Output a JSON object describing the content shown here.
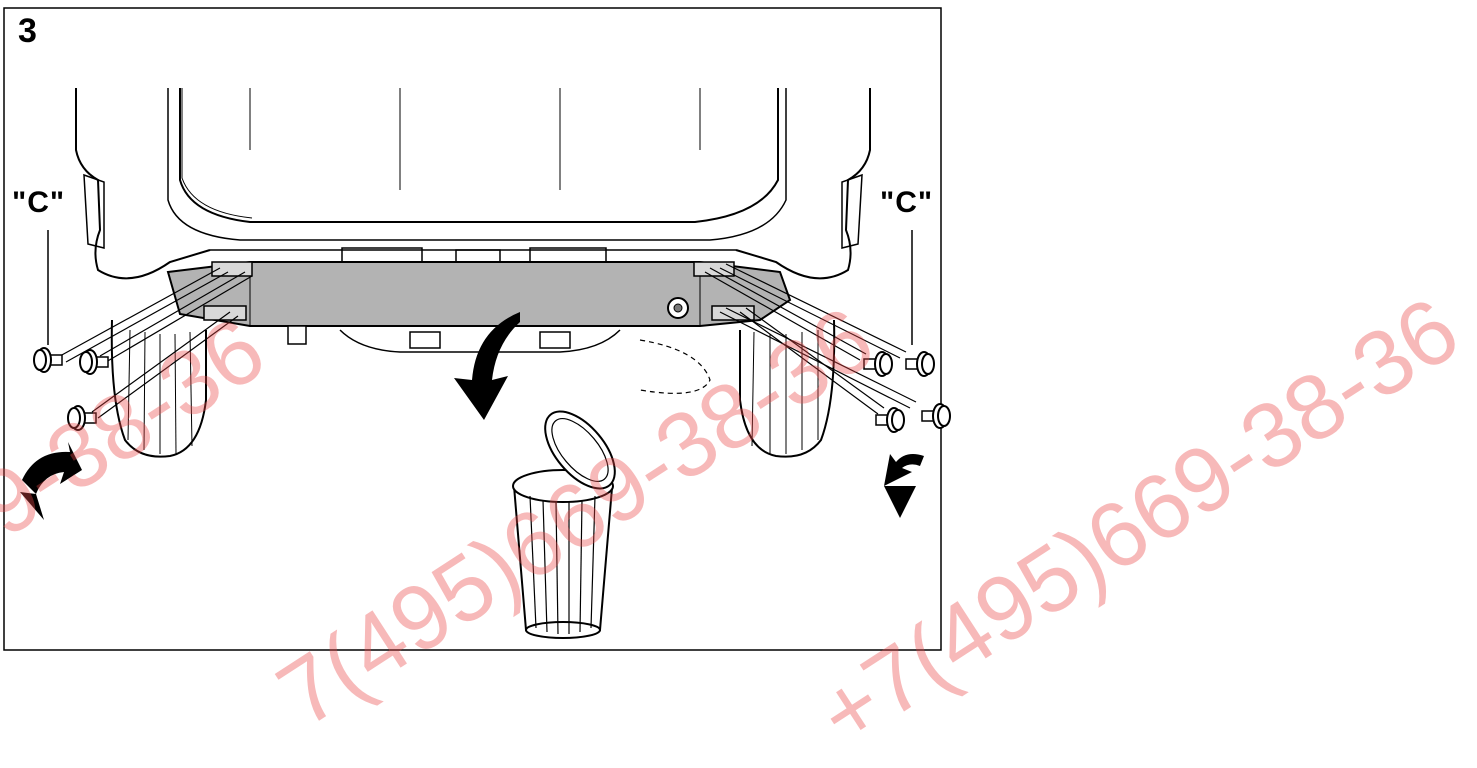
{
  "figure": {
    "step_number": "3",
    "callout_left": "\"C\"",
    "callout_right": "\"C\""
  },
  "watermark": {
    "text_1": "7(495)669-38-36",
    "text_2": "+7(495)669-38-36",
    "text_3": "9-38-36",
    "color": "#e84a4a"
  },
  "colors": {
    "line": "#000000",
    "crossmember_fill": "#b3b3b3",
    "background": "#ffffff"
  }
}
